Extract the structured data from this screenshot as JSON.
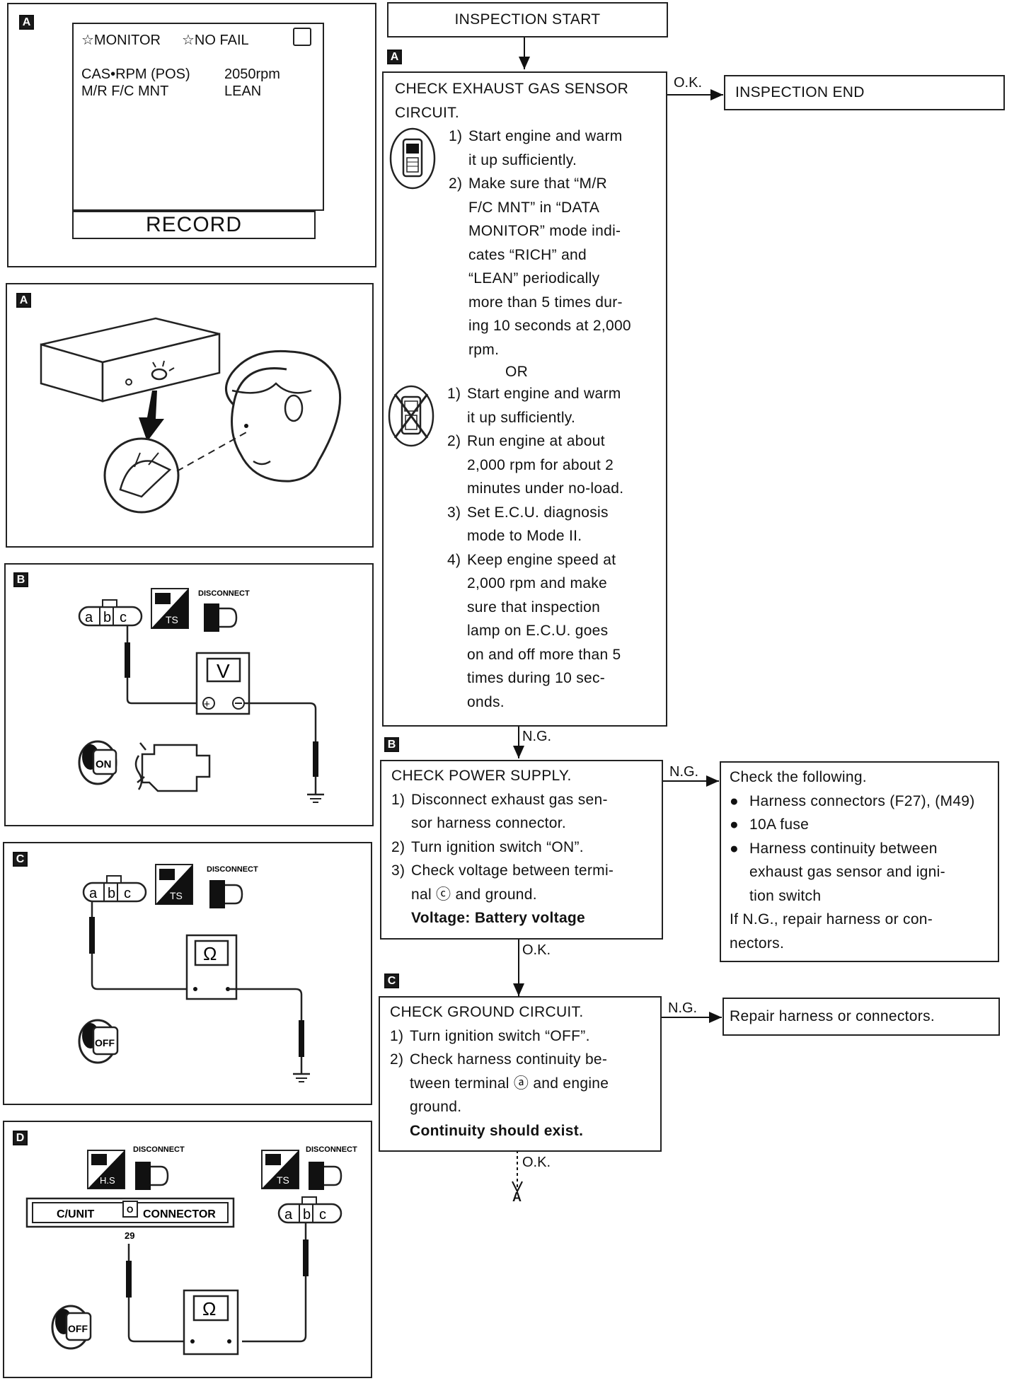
{
  "panel_a_screen": {
    "badge": "A",
    "monitor_label": "☆MONITOR",
    "nofail_label": "☆NO FAIL",
    "row1_name": "CAS•RPM (POS)",
    "row1_value": "2050rpm",
    "row2_name": "M/R F/C MNT",
    "row2_value": "LEAN",
    "record_label": "RECORD"
  },
  "panel_a_lamp": {
    "badge": "A"
  },
  "panel_b": {
    "badge": "B",
    "connector": [
      "a",
      "b",
      "c"
    ],
    "ts_label": "TS",
    "disconnect": "DISCONNECT",
    "meter": "V",
    "plus": "⊕",
    "minus": "⊖",
    "key": "ON"
  },
  "panel_c": {
    "badge": "C",
    "connector": [
      "a",
      "b",
      "c"
    ],
    "ts_label": "TS",
    "disconnect": "DISCONNECT",
    "meter": "Ω",
    "key": "OFF"
  },
  "panel_d": {
    "badge": "D",
    "hs_label": "H.S",
    "ts_label": "TS",
    "disconnect1": "DISCONNECT",
    "disconnect2": "DISCONNECT",
    "cunit": "C/UNIT",
    "cunit_mark": "O",
    "connector_word": "CONNECTOR",
    "pin": "29",
    "connector": [
      "a",
      "b",
      "c"
    ],
    "meter": "Ω",
    "key": "OFF"
  },
  "flow": {
    "start": "INSPECTION START",
    "end": "INSPECTION END",
    "ok1": "O.K.",
    "step_a": {
      "badge": "A",
      "title1": "CHECK EXHAUST GAS SENSOR",
      "title2": "CIRCUIT.",
      "with": [
        {
          "num": "1)",
          "lines": [
            "Start engine and warm",
            "it up sufficiently."
          ]
        },
        {
          "num": "2)",
          "lines": [
            "Make sure that “M/R",
            "F/C MNT” in “DATA",
            "MONITOR” mode indi-",
            "cates “RICH” and",
            "“LEAN” periodically",
            "more than 5 times dur-",
            "ing 10 seconds at 2,000",
            "rpm."
          ]
        }
      ],
      "or": "OR",
      "without": [
        {
          "num": "1)",
          "lines": [
            "Start engine and warm",
            "it up sufficiently."
          ]
        },
        {
          "num": "2)",
          "lines": [
            "Run engine at about",
            "2,000 rpm for about 2",
            "minutes under no-load."
          ]
        },
        {
          "num": "3)",
          "lines": [
            "Set E.C.U. diagnosis",
            "mode to Mode II."
          ]
        },
        {
          "num": "4)",
          "lines": [
            "Keep engine speed at",
            "2,000 rpm and make",
            "sure that inspection",
            "lamp on E.C.U. goes",
            "on and off more than 5",
            "times during 10 sec-",
            "onds."
          ]
        }
      ]
    },
    "ng1": "N.G.",
    "step_b": {
      "badge": "B",
      "title": "CHECK POWER SUPPLY.",
      "steps": [
        {
          "num": "1)",
          "lines": [
            "Disconnect exhaust gas sen-",
            "sor harness connector."
          ]
        },
        {
          "num": "2)",
          "lines": [
            "Turn ignition switch “ON”."
          ]
        },
        {
          "num": "3)",
          "lines": [
            "Check voltage between termi-",
            "nal ⓒ and ground."
          ]
        }
      ],
      "result": "Voltage: Battery voltage"
    },
    "ng2": "N.G.",
    "check_following": {
      "title": "Check the following.",
      "items": [
        "Harness connectors (F27), (M49)",
        "10A fuse",
        "Harness continuity between",
        "exhaust gas sensor and igni-",
        "tion switch"
      ],
      "footer1": "If N.G., repair harness or con-",
      "footer2": "nectors."
    },
    "ok2": "O.K.",
    "step_c": {
      "badge": "C",
      "title": "CHECK GROUND CIRCUIT.",
      "steps": [
        {
          "num": "1)",
          "lines": [
            "Turn ignition switch “OFF”."
          ]
        },
        {
          "num": "2)",
          "lines": [
            "Check harness continuity be-",
            "tween terminal ⓐ and engine",
            "ground."
          ]
        }
      ],
      "result": "Continuity should exist."
    },
    "ng3": "N.G.",
    "repair": "Repair harness or connectors.",
    "ok3": "O.K.",
    "goto": "A"
  }
}
